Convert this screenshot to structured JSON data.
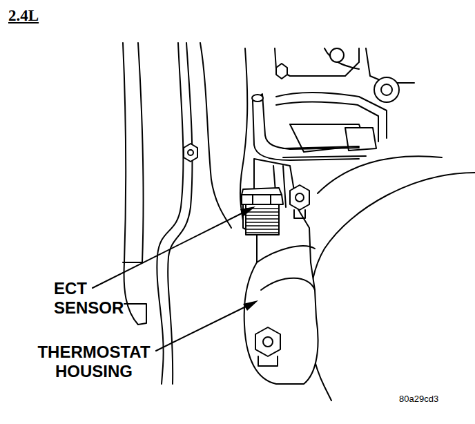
{
  "diagram": {
    "title": "2.4L",
    "labels": [
      "ECT SENSOR",
      "THERMOSTAT HOUSING",
      "80a29cd3"
    ]
  }
}
